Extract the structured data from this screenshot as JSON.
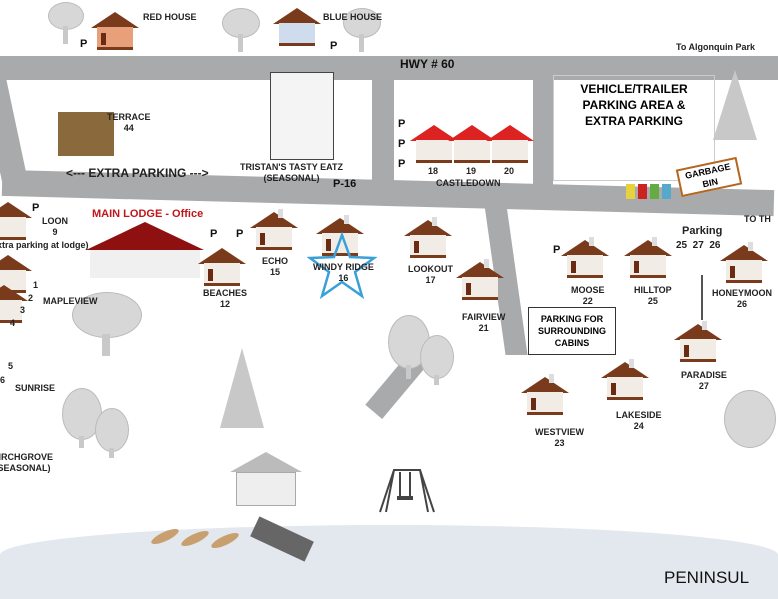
{
  "labels": {
    "red_house": "RED HOUSE",
    "blue_house": "BLUE HOUSE",
    "to_algonquin": "To Algonquin Park",
    "hwy": "HWY # 60",
    "terrace": "TERRACE",
    "terrace_num": "44",
    "extra_parking": "<--- EXTRA PARKING --->",
    "tristans": "TRISTAN'S TASTY EATZ",
    "tristans_sub": "(SEASONAL)",
    "p16": "P-16",
    "castledown": "CASTLEDOWN",
    "castle_nums": [
      "18",
      "19",
      "20"
    ],
    "vehicle": "VEHICLE/TRAILER",
    "vehicle2": "PARKING AREA &",
    "vehicle3": "EXTRA PARKING",
    "garbage": "GARBAGE",
    "garbage2": "BIN",
    "to_the": "TO TH",
    "loon": "LOON",
    "loon_num": "9",
    "extra_lodge": "(Extra parking at lodge)",
    "main_lodge": "MAIN LODGE - Office",
    "mapleview": "MAPLEVIEW",
    "sunrise": "SUNRISE",
    "birchgrove": "BIRCHGROVE",
    "birchgrove_sub": "(SEASONAL)",
    "row_nums": [
      "1",
      "2",
      "3",
      "4",
      "5",
      "6"
    ],
    "beaches": "BEACHES",
    "beaches_num": "12",
    "echo": "ECHO",
    "echo_num": "15",
    "windy": "WINDY RIDGE",
    "windy_num": "16",
    "lookout": "LOOKOUT",
    "lookout_num": "17",
    "fairview": "FAIRVIEW",
    "fairview_num": "21",
    "parking": "Parking",
    "parking_nums": "25  27  26",
    "moose": "MOOSE",
    "moose_num": "22",
    "hilltop": "HILLTOP",
    "hilltop_num": "25",
    "honeymoon": "HONEYMOON",
    "honeymoon_num": "26",
    "paradise": "PARADISE",
    "paradise_num": "27",
    "lakeside": "LAKESIDE",
    "lakeside_num": "24",
    "westview": "WESTVIEW",
    "westview_num": "23",
    "surrounding": "PARKING FOR",
    "surrounding2": "SURROUNDING",
    "surrounding3": "CABINS",
    "peninsula": "PENINSUL",
    "p": "P"
  },
  "colors": {
    "road": "#a9aaab",
    "lodge_red": "#c0151b",
    "star": "#3aa0d8",
    "lake": "#e3e8ef"
  }
}
